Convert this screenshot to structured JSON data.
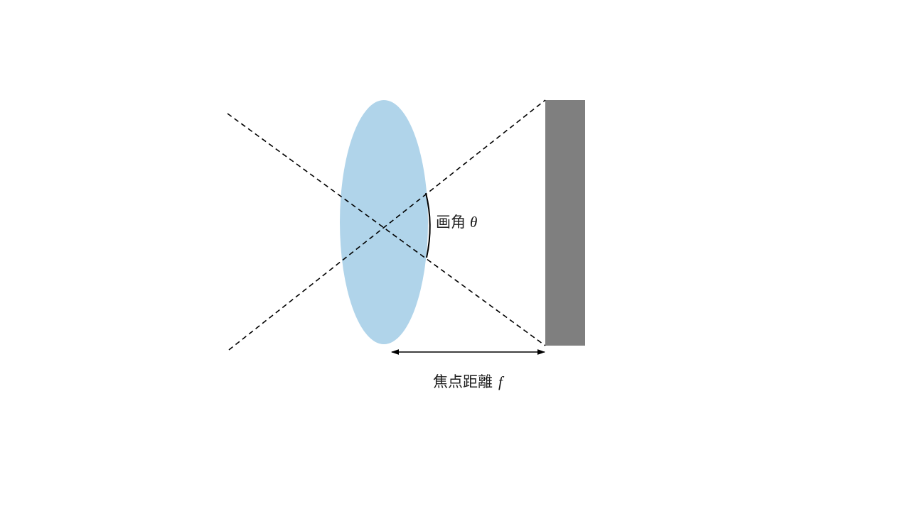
{
  "colors": {
    "lens": "#b0d4ea",
    "sensor": "#7f7f7f",
    "line": "#000000",
    "background": "#ffffff"
  },
  "labels": {
    "angle_of_view": "画角",
    "angle_symbol": "θ",
    "focal_length": "焦点距離",
    "focal_symbol": "f"
  }
}
